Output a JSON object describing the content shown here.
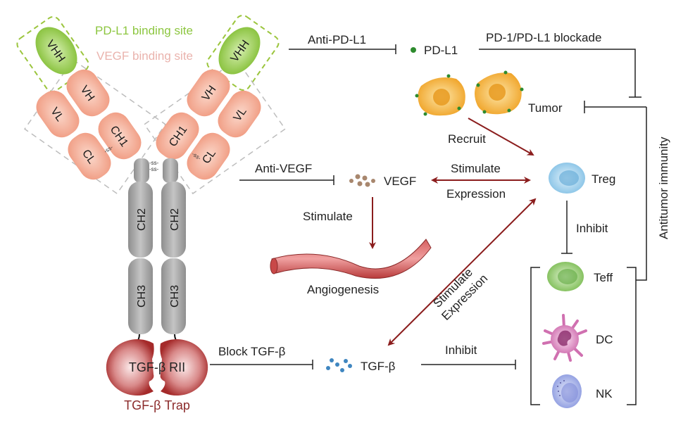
{
  "legend": {
    "pdl1_binding_site": "PD-L1 binding site",
    "vegf_binding_site": "VEGF binding site"
  },
  "antibody": {
    "domains": {
      "vhh": "VHH",
      "vh": "VH",
      "vl": "VL",
      "ch1": "CH1",
      "cl": "CL",
      "ch2": "CH2",
      "ch3": "CH3",
      "disulfide": "-ss-"
    },
    "trap_domain": "TGF-β RII",
    "trap_label": "TGF-β Trap"
  },
  "edges": {
    "anti_pdl1": "Anti-PD-L1",
    "pd1_blockade": "PD-1/PD-L1 blockade",
    "anti_vegf": "Anti-VEGF",
    "block_tgfb": "Block TGF-β",
    "recruit": "Recruit",
    "stimulate_vegf_top": "Stimulate",
    "stimulate_vegf_bottom": "Expression",
    "stimulate_angio": "Stimulate",
    "stimulate_tgfb_top": "Stimulate",
    "stimulate_tgfb_bottom": "Expression",
    "inhibit_treg": "Inhibit",
    "inhibit_tgfb": "Inhibit",
    "antitumor": "Antitumor immunity"
  },
  "nodes": {
    "pdl1": "PD-L1",
    "tumor": "Tumor",
    "vegf": "VEGF",
    "angiogenesis": "Angiogenesis",
    "tgfb": "TGF-β",
    "treg": "Treg",
    "teff": "Teff",
    "dc": "DC",
    "nk": "NK"
  },
  "colors": {
    "green": "#8cc63f",
    "salmon": "#f2a68f",
    "gray": "#9a9a9a",
    "red": "#8b1d1d",
    "trap": "#b03a3a",
    "tumor": "#f0a830",
    "treg": "#8fc6e8",
    "teff": "#8cc86a",
    "dc": "#d57ab8",
    "nk": "#9aa6e0"
  }
}
